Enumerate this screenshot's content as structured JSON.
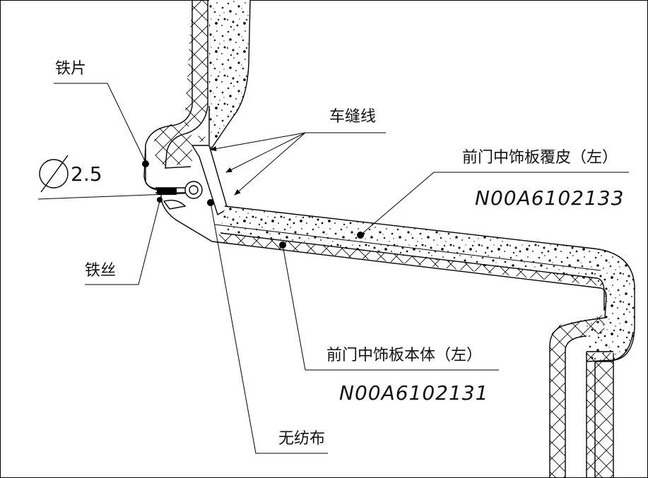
{
  "labels": {
    "iron_sheet": "铁片",
    "iron_wire": "铁丝",
    "stitch_line": "车缝线",
    "skin_name": "前门中饰板覆皮（左）",
    "skin_part_no": "N00A6102133",
    "body_name": "前门中饰板本体（左）",
    "body_part_no": "N00A6102131",
    "nonwoven": "无纺布",
    "diameter": "2.5",
    "diameter_symbol": "Ø"
  },
  "colors": {
    "line": "#000000",
    "background": "#ffffff"
  }
}
